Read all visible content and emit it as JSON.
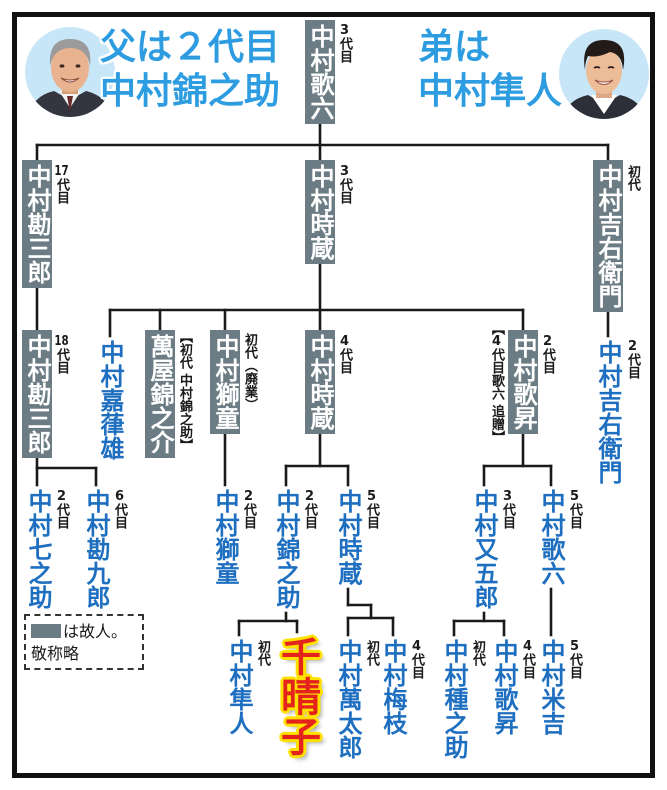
{
  "header": {
    "left": {
      "line1": "父は２代目",
      "line2": "中村錦之助"
    },
    "right": {
      "line1": "弟は",
      "line2": "中村隼人"
    }
  },
  "photos": {
    "left": "portrait-photo",
    "right": "portrait-photo"
  },
  "colors": {
    "deceased_box": "#6c7c85",
    "living_text": "#1f6fc1",
    "caption_blue": "#2d9ce0",
    "highlight_text": "#e3231c",
    "highlight_outline": "#ffe100"
  },
  "tree": {
    "karoku_3": {
      "name": "中村歌六",
      "gen": "3代目",
      "deceased": true
    },
    "kanzaburo_17": {
      "name": "中村勘三郎",
      "gen": "17代目",
      "deceased": true
    },
    "tokizo_3": {
      "name": "中村時蔵",
      "gen": "3代目",
      "deceased": true
    },
    "kichiemon_1": {
      "name": "中村吉右衛門",
      "gen": "初代",
      "deceased": true
    },
    "kanzaburo_18": {
      "name": "中村勘三郎",
      "gen": "18代目",
      "deceased": true
    },
    "kichiemon_2": {
      "name": "中村吉右衛門",
      "gen": "2代目",
      "deceased": false
    },
    "kazuo": {
      "name": "中村嘉葎雄",
      "deceased": false
    },
    "yorozuya_kinnosuke": {
      "name": "萬屋錦之介",
      "note": "【初代 中村錦之助】",
      "deceased": true
    },
    "shido_1": {
      "name": "中村獅童",
      "gen": "初代（廃業）",
      "deceased": true
    },
    "tokizo_4": {
      "name": "中村時蔵",
      "gen": "4代目",
      "deceased": true
    },
    "kasho_2": {
      "name": "中村歌昇",
      "gen": "2代目",
      "note": "【4代目歌六 追贈】",
      "deceased": true
    },
    "shichinosuke_2": {
      "name": "中村七之助",
      "gen": "2代目",
      "deceased": false
    },
    "kankuro_6": {
      "name": "中村勘九郎",
      "gen": "6代目",
      "deceased": false
    },
    "shido_2": {
      "name": "中村獅童",
      "gen": "2代目",
      "deceased": false
    },
    "kinnosuke_2": {
      "name": "中村錦之助",
      "gen": "2代目",
      "deceased": false
    },
    "tokizo_5": {
      "name": "中村時蔵",
      "gen": "5代目",
      "deceased": false
    },
    "matagoro_3": {
      "name": "中村又五郎",
      "gen": "3代目",
      "deceased": false
    },
    "karoku_5": {
      "name": "中村歌六",
      "gen": "5代目",
      "deceased": false
    },
    "hayato_1": {
      "name": "中村隼人",
      "gen": "初代",
      "deceased": false
    },
    "chihako": {
      "name": "千晴子",
      "highlight": true,
      "deceased": false
    },
    "mantaro_1": {
      "name": "中村萬太郎",
      "gen": "初代",
      "deceased": false
    },
    "baishi_4": {
      "name": "中村梅枝",
      "gen": "4代目",
      "deceased": false
    },
    "tanenosuke_1": {
      "name": "中村種之助",
      "gen": "初代",
      "deceased": false
    },
    "kasho_4": {
      "name": "中村歌昇",
      "gen": "4代目",
      "deceased": false
    },
    "yonekichi_5": {
      "name": "中村米吉",
      "gen": "5代目",
      "deceased": false
    }
  },
  "legend": {
    "deceased_note": "は故人。",
    "honorific_note": "敬称略"
  }
}
